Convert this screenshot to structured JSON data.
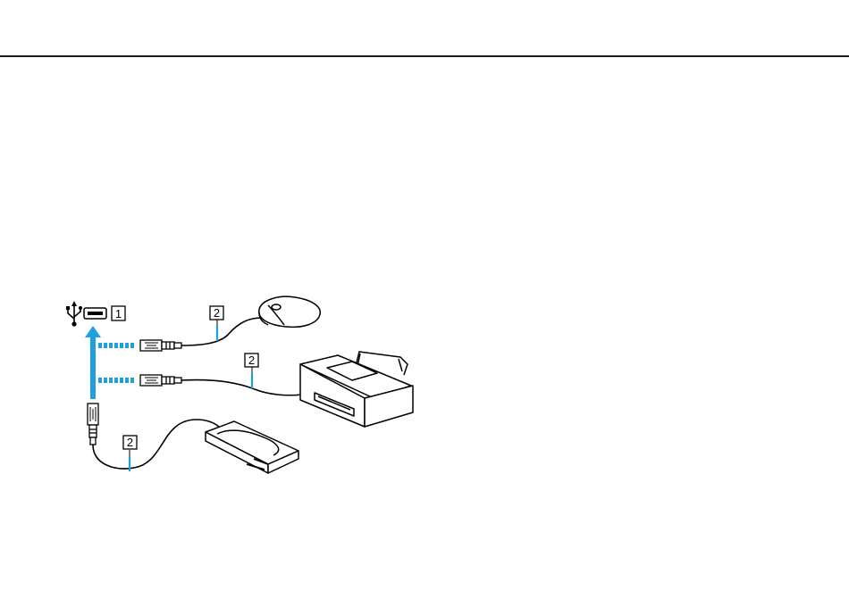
{
  "callouts": {
    "port": "1",
    "cable_mouse": "2",
    "cable_printer": "2",
    "cable_drive": "2"
  },
  "colors": {
    "accent": "#1ea0dc",
    "line": "#000000",
    "rule": "#1a1a1a"
  },
  "icons": [
    "usb-symbol-icon",
    "usb-port-icon",
    "mouse-icon",
    "printer-icon",
    "external-drive-icon",
    "usb-plug-icon"
  ]
}
